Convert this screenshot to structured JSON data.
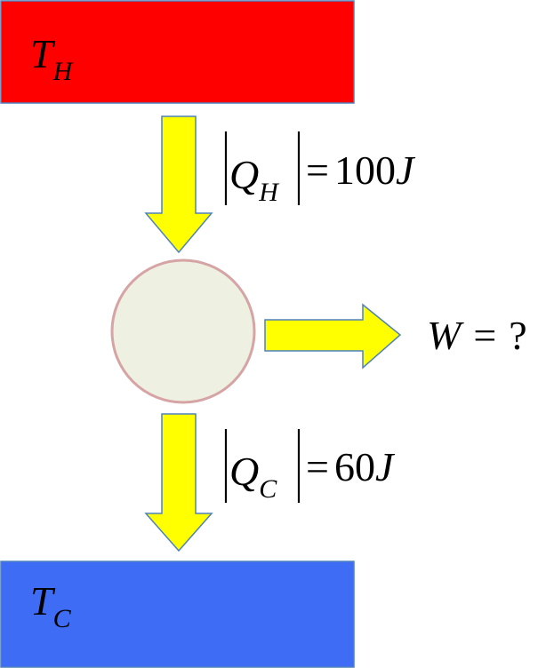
{
  "reservoirs": {
    "hot": {
      "symbol": "T",
      "subscript": "H",
      "color": "#ff0000"
    },
    "cold": {
      "symbol": "T",
      "subscript": "C",
      "color": "#3f6cf4"
    }
  },
  "engine": {
    "fill": "#eef0e2",
    "stroke": "#d6a4a4"
  },
  "arrows": {
    "color": "#ffff00",
    "stroke": "#4f81bd"
  },
  "labels": {
    "qh": {
      "symbol": "Q",
      "subscript": "H",
      "equals": "=",
      "value": "100",
      "unit": "J"
    },
    "qc": {
      "symbol": "Q",
      "subscript": "C",
      "equals": "=",
      "value": "60",
      "unit": "J"
    },
    "work": {
      "symbol": "W",
      "equals": "=",
      "value": "?"
    }
  }
}
